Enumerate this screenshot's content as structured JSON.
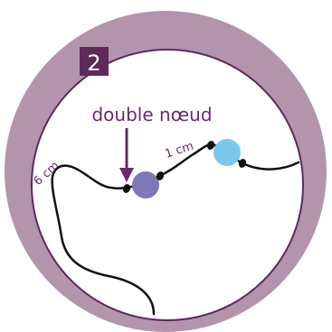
{
  "step": {
    "number": "2"
  },
  "annotations": {
    "knot_label": "double nœud",
    "length_left": "6 cm",
    "length_between": "1 cm"
  },
  "colors": {
    "ring": "#b295ad",
    "ring_stroke": "#5e2a5a",
    "badge": "#5e2a5a",
    "badge_text": "#ffffff",
    "label_text": "#6b2a6b",
    "arrow": "#6b2a6b",
    "bead_dark": "#7d79b8",
    "bead_light": "#7cc8ec",
    "cord": "#111111"
  }
}
